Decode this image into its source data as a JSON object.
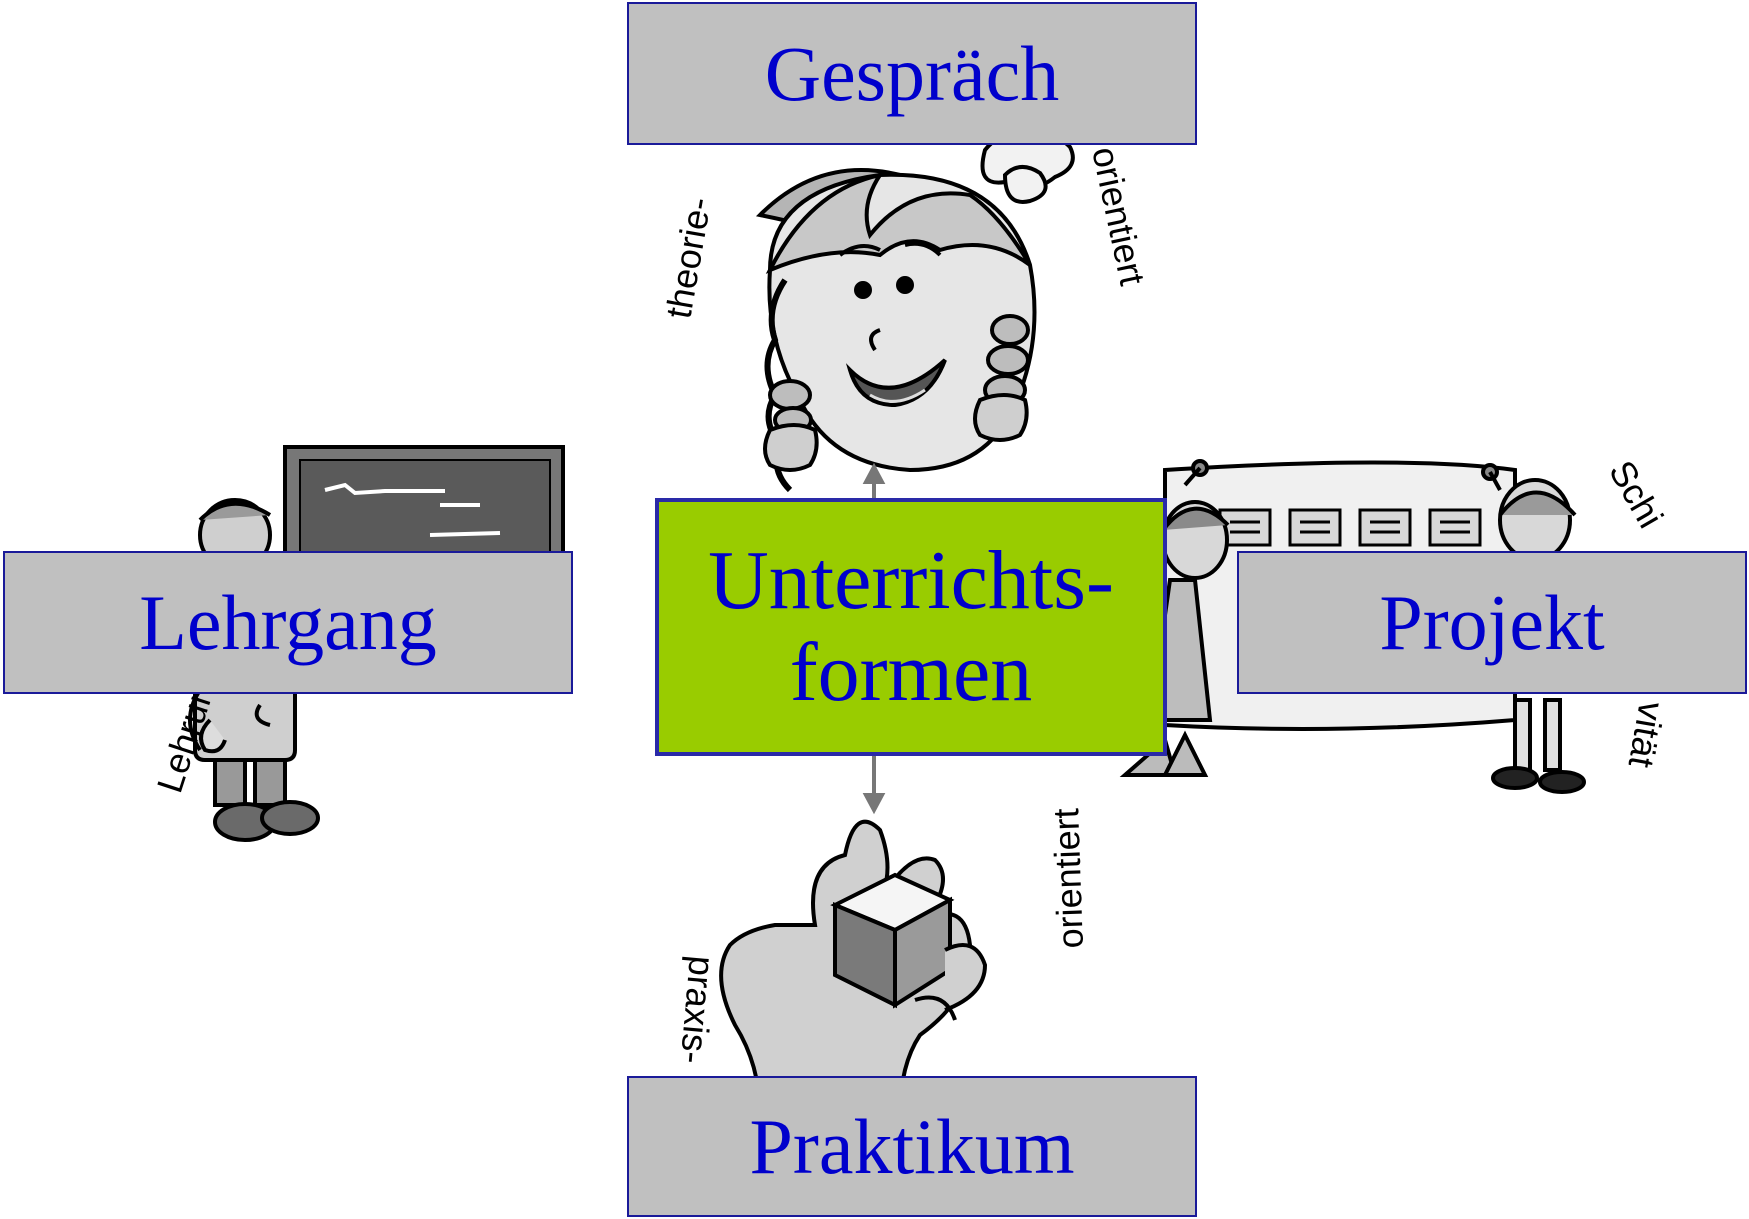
{
  "center": {
    "line1": "Unterrichts-",
    "line2": "formen"
  },
  "boxes": {
    "top": "Gespräch",
    "left": "Lehrgang",
    "right": "Projekt",
    "bottom": "Praktikum"
  },
  "arc_labels": {
    "top_left": "theorie-",
    "top_right": "orientiert",
    "left": "Lehrung",
    "right_top": "Schi",
    "right_bottom": "vität",
    "bottom_left": "praxis-",
    "bottom_right": "orientiert"
  },
  "colors": {
    "box_fill": "#c0c0c0",
    "box_text": "#0000cc",
    "center_fill": "#99cc00",
    "border": "#1a1a99"
  }
}
